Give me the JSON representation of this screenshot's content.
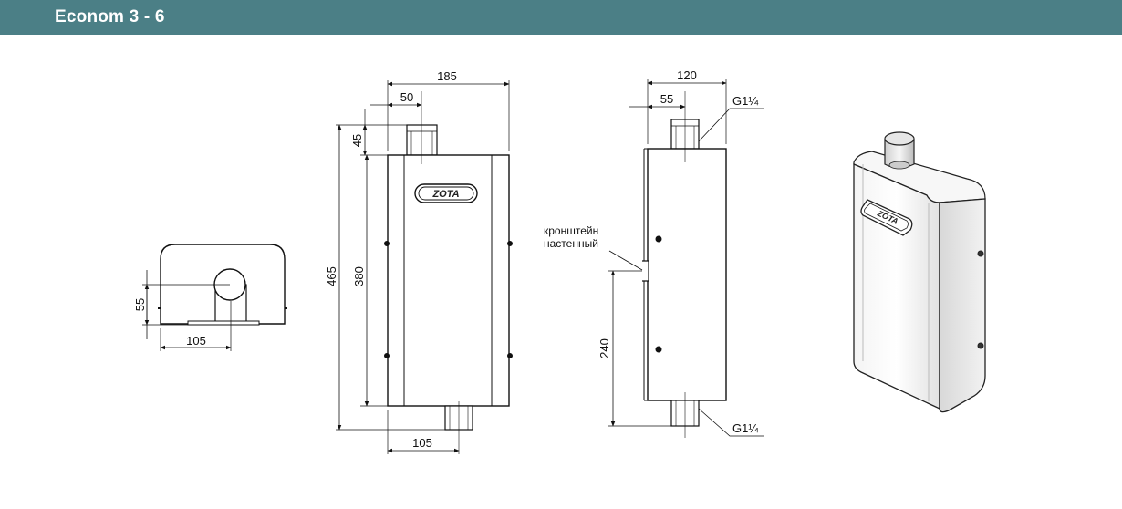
{
  "header": {
    "title": "Econom 3 - 6",
    "bg_color": "#4b7f86"
  },
  "diagram": {
    "bottom_view": {
      "height_label": "55",
      "width_label": "105"
    },
    "front_view": {
      "width_label": "185",
      "outlet_offset_label": "50",
      "outlet_height_label": "45",
      "total_height_label": "465",
      "body_height_label": "380",
      "inlet_offset_label": "105",
      "logo_text": "ZOTA"
    },
    "side_view": {
      "depth_label": "120",
      "pipe_offset_label": "55",
      "top_thread_label": "G1¼",
      "bottom_thread_label": "G1¼",
      "bracket_label_line1": "кронштейн",
      "bracket_label_line2": "настенный",
      "bracket_height_label": "240"
    },
    "iso_view": {
      "logo_text": "ZOTA"
    }
  }
}
